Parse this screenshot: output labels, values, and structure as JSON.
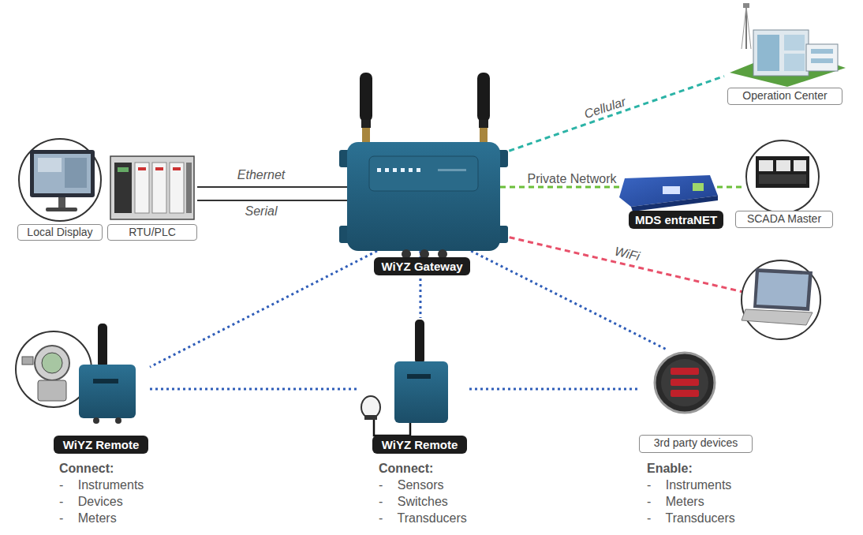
{
  "diagram": {
    "nodes": [
      {
        "text": [
          "Local Display"
        ]
      },
      {
        "text": [
          "RTU/PLC"
        ]
      },
      {
        "text": [
          "WiYZ Gateway"
        ]
      },
      {
        "text": [
          "Operation Center"
        ]
      },
      {
        "text": [
          "MDS entraNET"
        ]
      },
      {
        "text": [
          "SCADA Master"
        ]
      },
      {
        "text": [
          "WiYZ Remote"
        ]
      },
      {
        "text": [
          "WiYZ Remote"
        ]
      },
      {
        "text": [
          "3rd party devices"
        ]
      }
    ],
    "edges": [
      {
        "from": 1,
        "to": 2,
        "arrow": "none",
        "label": "Ethernet"
      },
      {
        "from": 1,
        "to": 2,
        "arrow": "none",
        "label": "Serial"
      },
      {
        "from": 2,
        "to": 3,
        "arrow": "none",
        "label": "Cellular"
      },
      {
        "from": 2,
        "to": 4,
        "arrow": "none",
        "label": "Private Network"
      },
      {
        "from": 4,
        "to": 5,
        "arrow": "none"
      },
      {
        "from": 2,
        "to": 6,
        "arrow": "none"
      },
      {
        "from": 2,
        "to": 7,
        "arrow": "none"
      },
      {
        "from": 2,
        "to": 8,
        "arrow": "none"
      },
      {
        "from": 6,
        "to": 7,
        "arrow": "none"
      },
      {
        "from": 7,
        "to": 8,
        "arrow": "none"
      }
    ],
    "labels": [
      "WiFi",
      "Connect:",
      "- Instruments",
      "- Devices",
      "- Meters",
      "Connect:",
      "- Sensors",
      "- Switches",
      "- Transducers",
      "Enable:",
      "- Instruments",
      "- Meters",
      "- Transducers"
    ]
  }
}
